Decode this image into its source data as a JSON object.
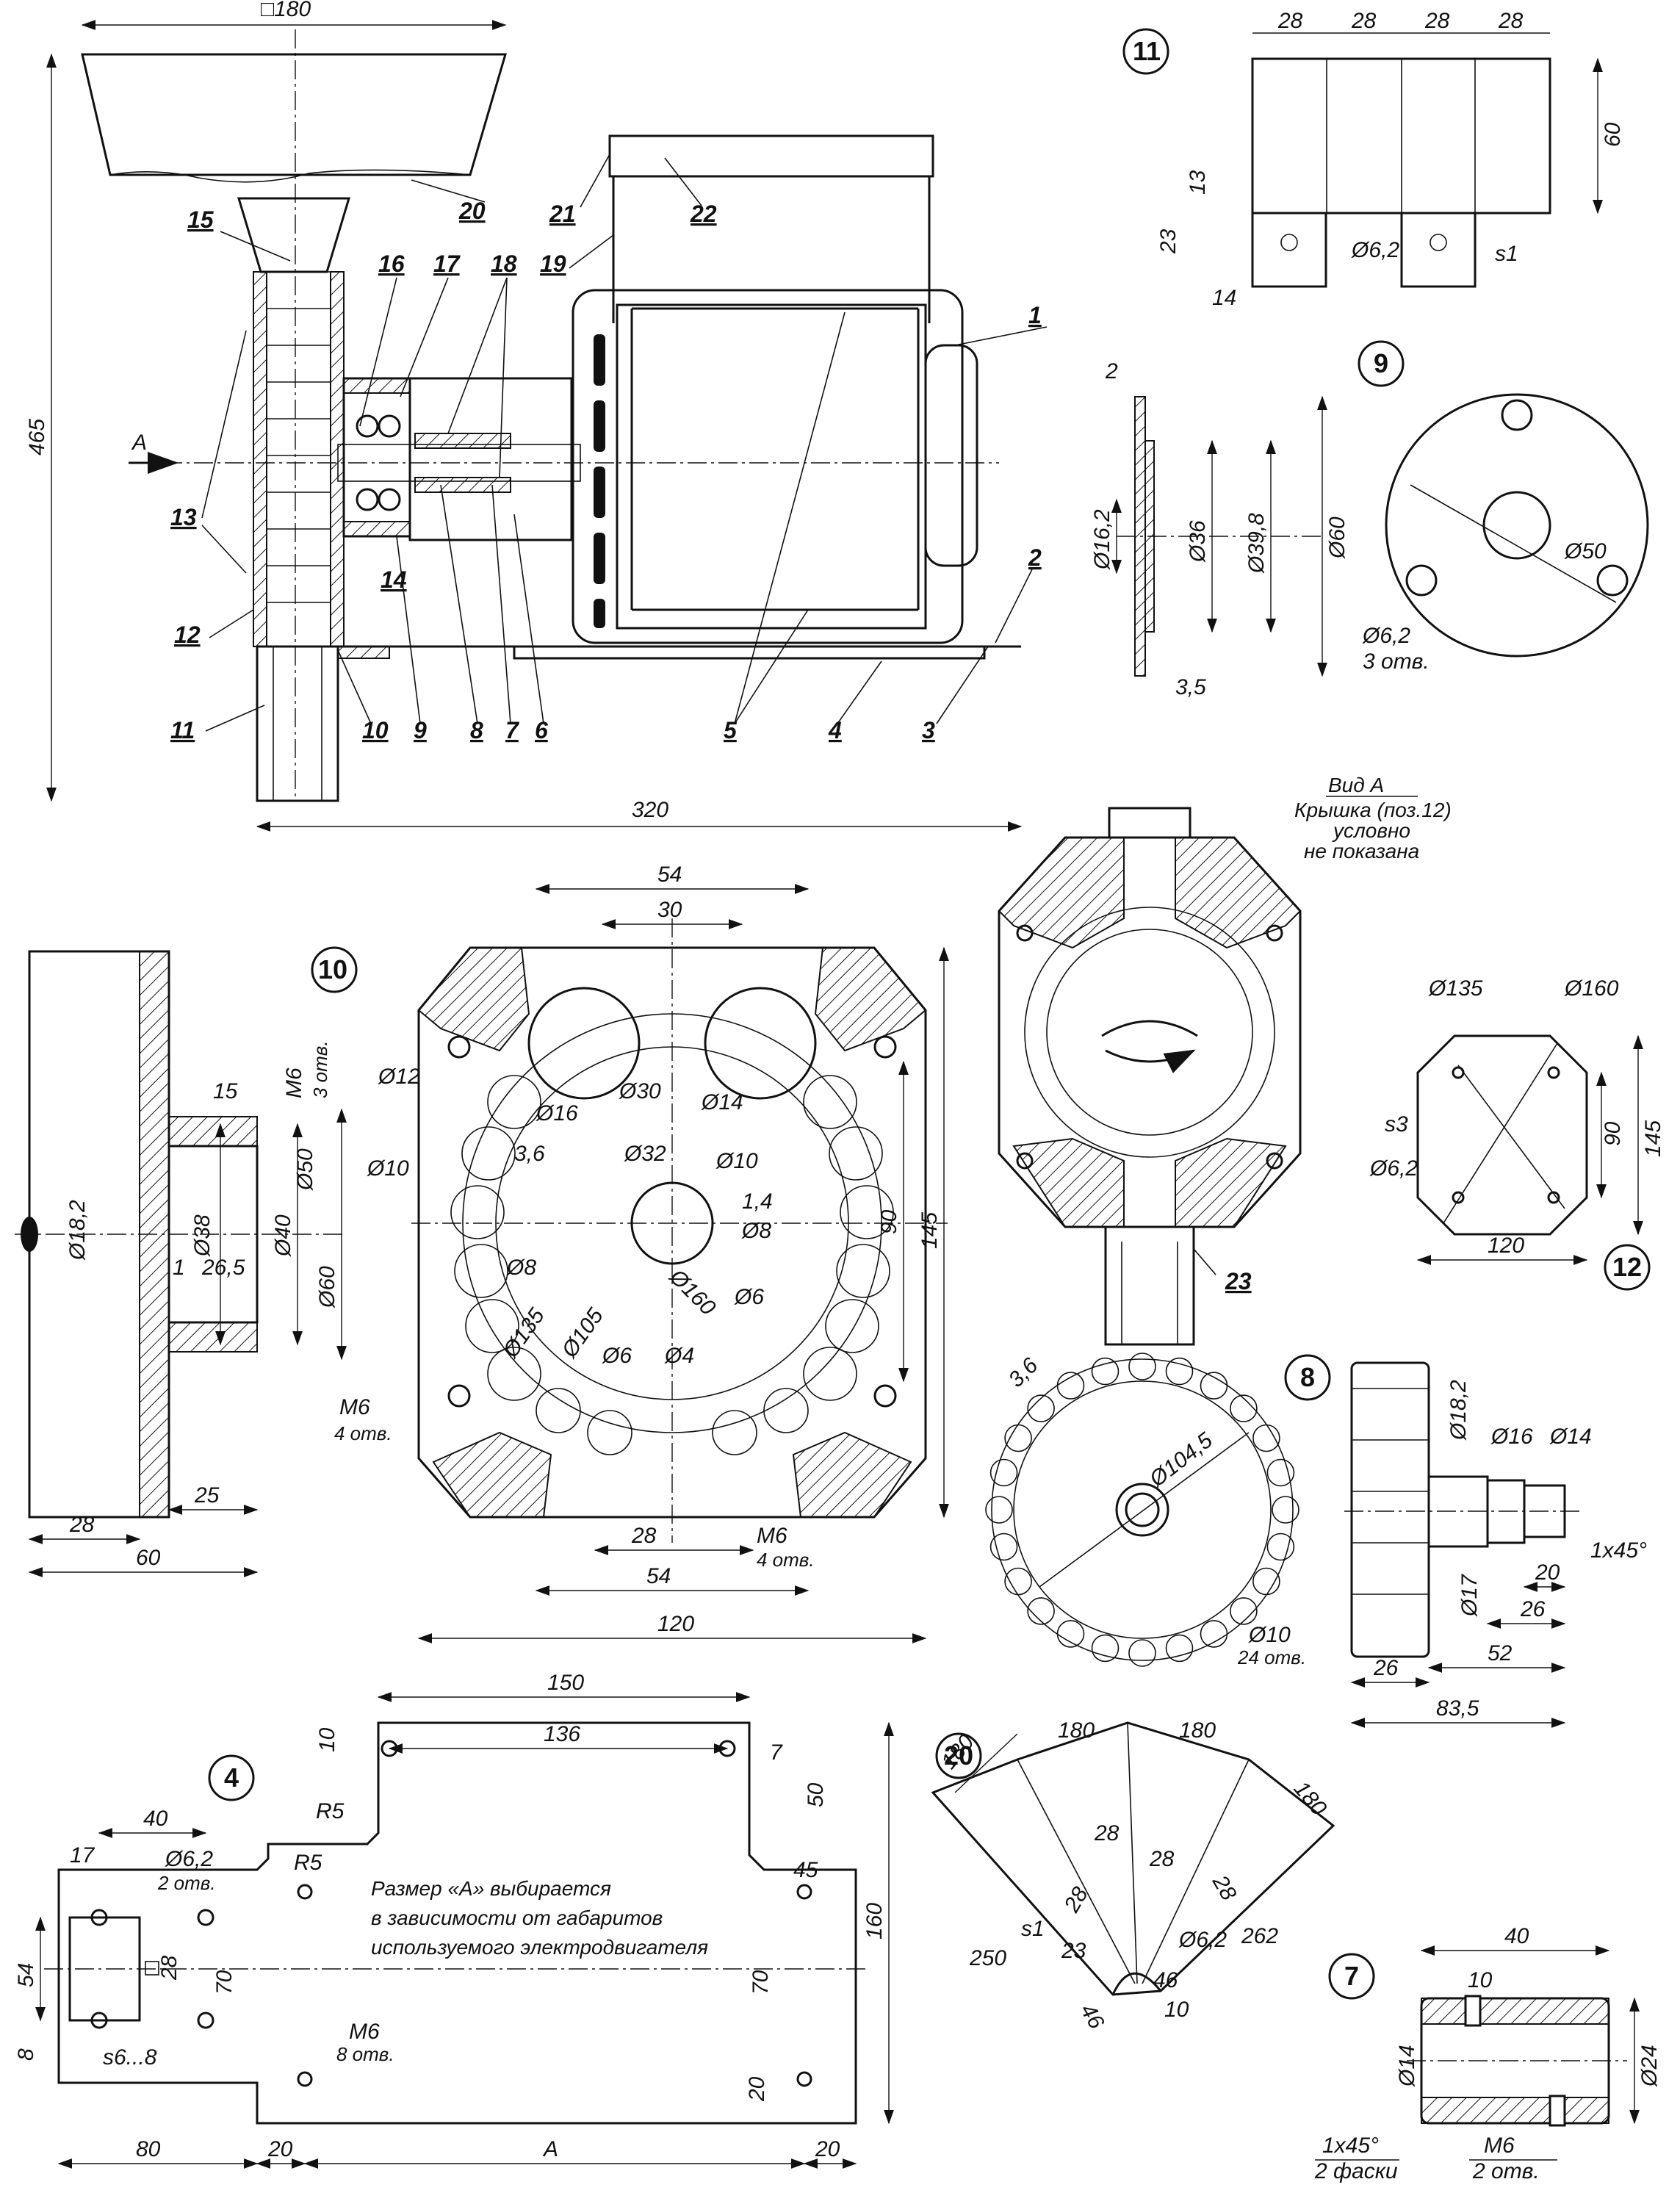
{
  "main_assembly": {
    "hopper_dim": "□180",
    "height_dim": "465",
    "length_dim": "320",
    "view_arrow": "A",
    "positions": [
      "1",
      "2",
      "3",
      "4",
      "5",
      "6",
      "7",
      "8",
      "9",
      "10",
      "11",
      "12",
      "13",
      "14",
      "15",
      "16",
      "17",
      "18",
      "19",
      "20",
      "21",
      "22"
    ]
  },
  "view_a": {
    "title": "Вид А",
    "note_1": "Крышка (поз.12)",
    "note_2": "условно",
    "note_3": "не показана",
    "pos_23": "23"
  },
  "part_11": {
    "number": "11",
    "dims": [
      "28",
      "28",
      "28",
      "28",
      "60",
      "13",
      "23",
      "14",
      "Ø6,2",
      "s1"
    ]
  },
  "part_9": {
    "number": "9",
    "dims": [
      "2",
      "Ø16,2",
      "Ø36",
      "Ø39,8",
      "Ø60",
      "3,5",
      "Ø50",
      "Ø6,2",
      "3 отв."
    ]
  },
  "part_10": {
    "number": "10",
    "side_dims": [
      "M6",
      "3 отв.",
      "15",
      "Ø18,2",
      "Ø38",
      "Ø40",
      "Ø50",
      "Ø60",
      "1",
      "26,5",
      "28",
      "25",
      "60"
    ],
    "front_dims": [
      "54",
      "30",
      "Ø12",
      "Ø16",
      "Ø30",
      "Ø14",
      "Ø32",
      "Ø10",
      "3,6",
      "Ø10",
      "1,4",
      "Ø8",
      "Ø8",
      "Ø160",
      "Ø135",
      "Ø105",
      "Ø6",
      "Ø4",
      "Ø6",
      "90",
      "145",
      "M6",
      "4 отв.",
      "28",
      "54",
      "M6",
      "4 отв.",
      "120"
    ]
  },
  "part_12": {
    "number": "12",
    "dims": [
      "Ø135",
      "Ø160",
      "s3",
      "90",
      "145",
      "Ø6,2",
      "120"
    ]
  },
  "part_8": {
    "number": "8",
    "dims": [
      "3,6",
      "Ø104,5",
      "Ø10",
      "24 отв.",
      "Ø18,2",
      "Ø16",
      "Ø14",
      "Ø17",
      "1x45°",
      "20",
      "26",
      "52",
      "26",
      "83,5"
    ]
  },
  "part_4": {
    "number": "4",
    "dims": [
      "150",
      "136",
      "10",
      "7",
      "50",
      "R5",
      "R5",
      "40",
      "17",
      "Ø6,2",
      "2 отв.",
      "45",
      "160",
      "54",
      "28",
      "70",
      "70",
      "8",
      "s6...8",
      "M6",
      "8 отв.",
      "20",
      "80",
      "20",
      "A",
      "20"
    ],
    "note_1": "Размер «А» выбирается",
    "note_2": "в зависимости от габаритов",
    "note_3": "используемого электродвигателя"
  },
  "part_20": {
    "number": "20",
    "dims": [
      "180",
      "180",
      "180",
      "180",
      "28",
      "28",
      "28",
      "28",
      "250",
      "s1",
      "23",
      "Ø6,2",
      "262",
      "46",
      "46",
      "10"
    ]
  },
  "part_7": {
    "number": "7",
    "dims": [
      "40",
      "10",
      "Ø14",
      "Ø24",
      "1x45°",
      "2 фаски",
      "M6",
      "2 отв."
    ]
  }
}
